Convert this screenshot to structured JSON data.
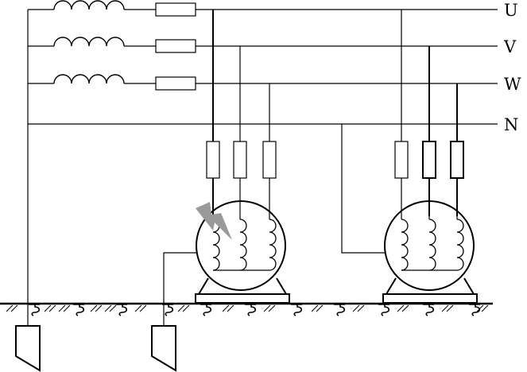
{
  "bus_labels": {
    "u": "U",
    "v": "V",
    "w": "W",
    "n": "N"
  },
  "colors": {
    "line": "#000000",
    "fault_flash": "#9a9a9a",
    "background": "#ffffff"
  },
  "icons": {
    "inductor": "inductor-coil-icon",
    "fuse": "fuse-icon",
    "motor": "motor-icon",
    "ground": "ground-electrode-icon",
    "fault": "lightning-fault-icon"
  }
}
